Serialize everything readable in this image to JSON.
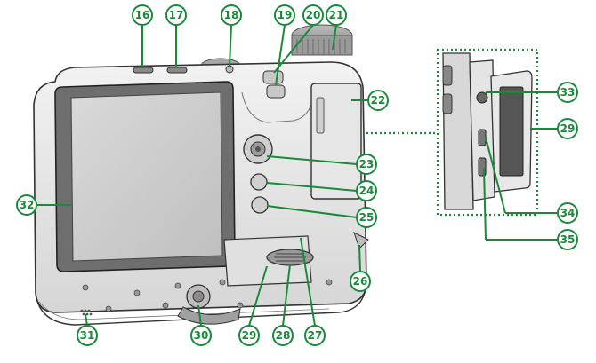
{
  "accent_color": "#1a8a3a",
  "callouts": [
    {
      "id": "c16",
      "label": "16"
    },
    {
      "id": "c17",
      "label": "17"
    },
    {
      "id": "c18",
      "label": "18"
    },
    {
      "id": "c19",
      "label": "19"
    },
    {
      "id": "c20",
      "label": "20"
    },
    {
      "id": "c21",
      "label": "21"
    },
    {
      "id": "c22",
      "label": "22"
    },
    {
      "id": "c23",
      "label": "23"
    },
    {
      "id": "c24",
      "label": "24"
    },
    {
      "id": "c25",
      "label": "25"
    },
    {
      "id": "c26",
      "label": "26"
    },
    {
      "id": "c27",
      "label": "27"
    },
    {
      "id": "c28",
      "label": "28"
    },
    {
      "id": "c29",
      "label": "29"
    },
    {
      "id": "c29b",
      "label": "29"
    },
    {
      "id": "c30",
      "label": "30"
    },
    {
      "id": "c31",
      "label": "31"
    },
    {
      "id": "c32",
      "label": "32"
    },
    {
      "id": "c33",
      "label": "33"
    },
    {
      "id": "c34",
      "label": "34"
    },
    {
      "id": "c35",
      "label": "35"
    }
  ]
}
